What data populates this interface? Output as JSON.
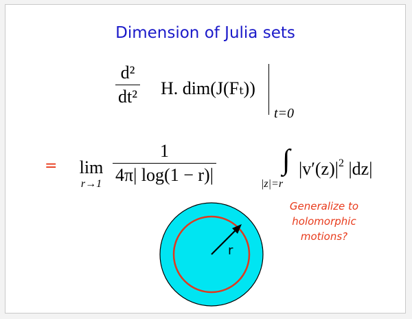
{
  "slide": {
    "title": "Dimension of Julia sets",
    "formula1": {
      "numerator": "d²",
      "denominator": "dt²",
      "body": "H. dim(J(Fₜ))",
      "evaluation_subscript": "t=0"
    },
    "formula2": {
      "equals": "=",
      "lim_word": "lim",
      "lim_subscript": "r→1",
      "fraction_numerator": "1",
      "fraction_denominator": "4π| log(1 − r)|",
      "integral_sign": "∫",
      "integral_subscript": "|z|=r",
      "integrand_main": "|v′(z)|",
      "integrand_power": "2",
      "integrand_tail": " |dz|"
    },
    "diagram": {
      "radius_label": "r",
      "outer_fill": "#00e5f2",
      "inner_circle_color": "#e0391e"
    },
    "note": {
      "lines": [
        "Generalize to",
        "holomorphic",
        "motions?"
      ]
    },
    "colors": {
      "title": "#1a19c9",
      "accent": "#e83a1b"
    }
  }
}
